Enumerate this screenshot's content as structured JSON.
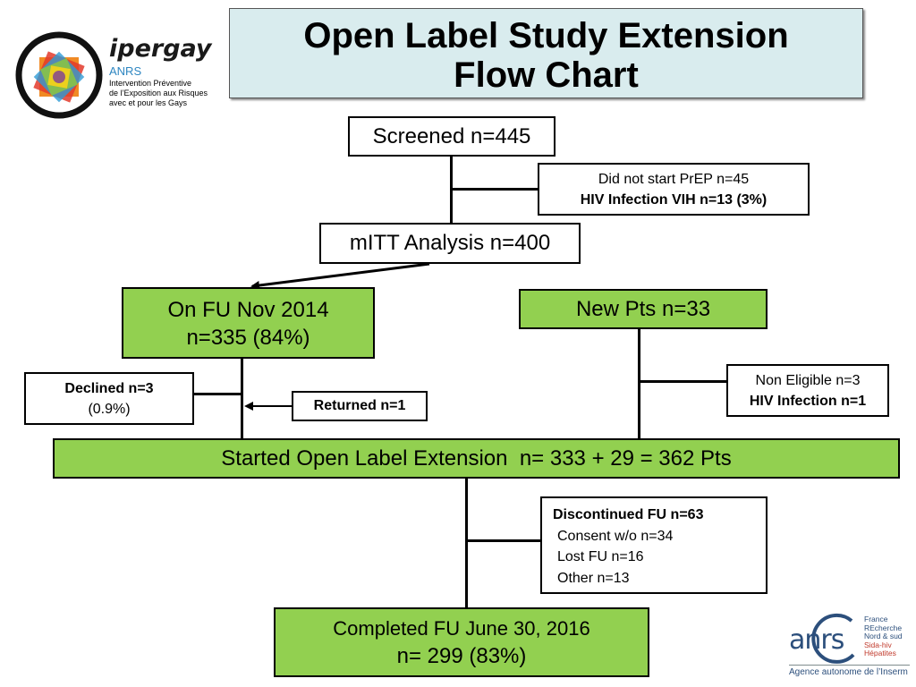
{
  "title": {
    "line1": "Open Label Study Extension",
    "line2": "Flow Chart"
  },
  "logo_ipergay": {
    "name": "ipergay",
    "org": "ANRS",
    "tag1": "Intervention Préventive",
    "tag2": "de l’Exposition aux Risques",
    "tag3": "avec et pour les Gays"
  },
  "logo_anrs": {
    "name": "anrs",
    "l1": "France",
    "l2": "REcherche",
    "l3": "Nord & sud",
    "l4": "Sida-hiv",
    "l5": "Hépatites",
    "footer": "Agence autonome de l’Inserm"
  },
  "nodes": {
    "screened": "Screened n=445",
    "excluded": {
      "line1": "Did not start PrEP n=45",
      "line2": "HIV Infection VIH n=13 (3%)"
    },
    "mitt": "mITT Analysis n=400",
    "on_fu": {
      "line1": "On FU Nov 2014",
      "line2": "n=335 (84%)"
    },
    "new_pts": "New Pts n=33",
    "declined": {
      "line1": "Declined n=3",
      "line2": "(0.9%)"
    },
    "returned": "Returned n=1",
    "non_eligible": {
      "line1": "Non Eligible n=3",
      "line2": "HIV Infection n=1"
    },
    "started": "Started Open Label Extension  n= 333 + 29 = 362 Pts",
    "discontinued": {
      "line1": "Discontinued FU n=63",
      "line2": "Consent w/o n=34",
      "line3": "Lost FU n=16",
      "line4": "Other n=13"
    },
    "completed": {
      "line1": "Completed FU June 30, 2016",
      "line2": "n= 299 (83%)"
    }
  },
  "colors": {
    "green": "#92d050",
    "title_bg": "#d9ecee"
  }
}
